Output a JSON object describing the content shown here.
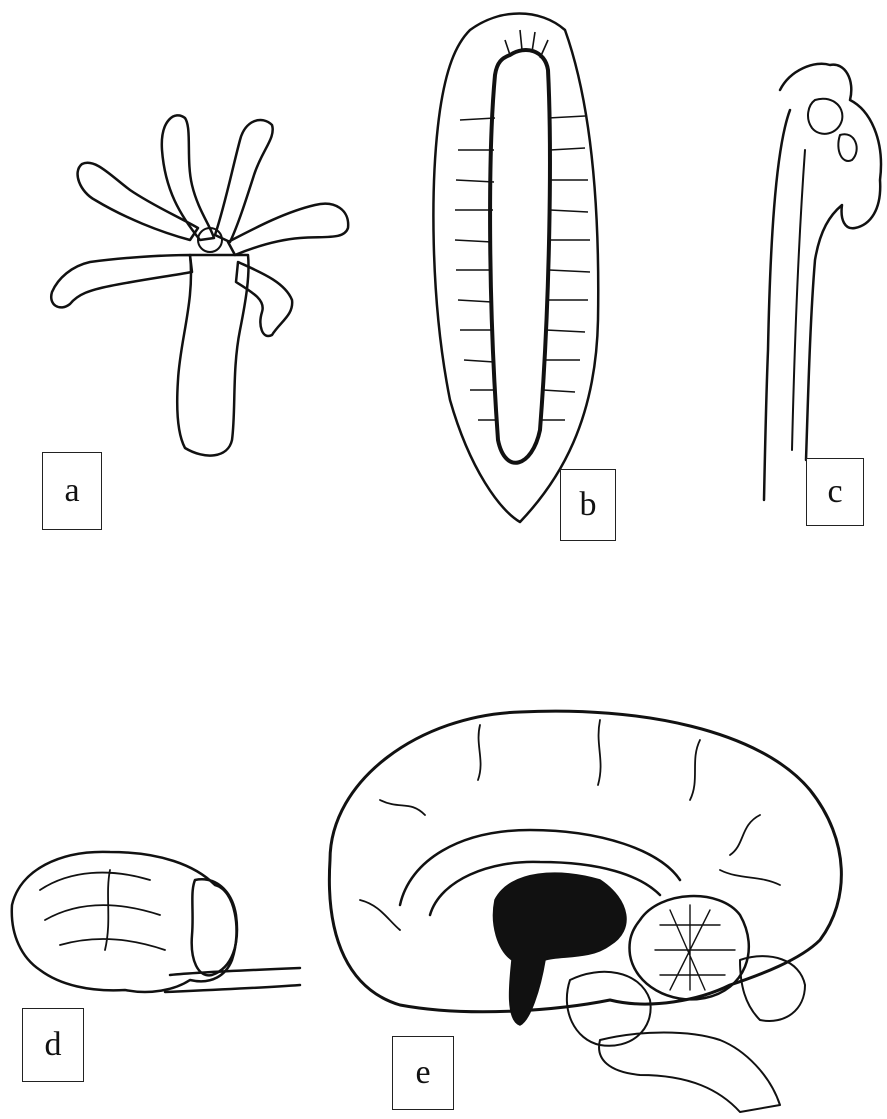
{
  "figure": {
    "labels": {
      "a": "a",
      "b": "b",
      "c": "c",
      "d": "d",
      "e": "e"
    },
    "colors": {
      "ink": "#111111",
      "background": "#ffffff"
    }
  }
}
